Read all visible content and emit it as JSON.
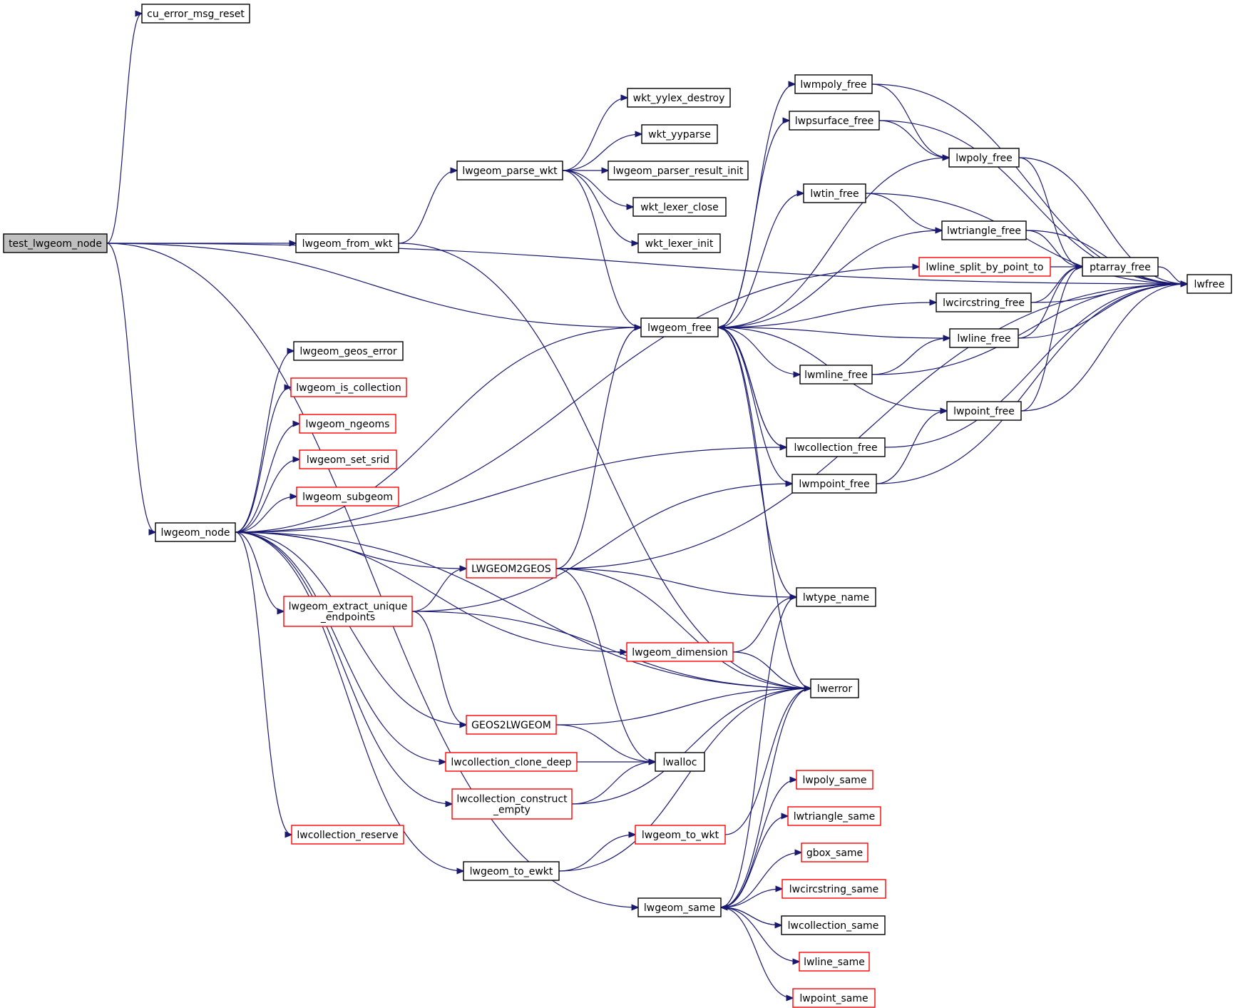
{
  "colors": {
    "edge": "#191970",
    "box_border_documented": "#000000",
    "box_border_undocumented": "#ff0000",
    "root_fill": "#bfbfbf"
  },
  "nodes": [
    {
      "id": "test_lwgeom_node",
      "lines": [
        "test_lwgeom_node"
      ],
      "style": "root"
    },
    {
      "id": "cu_error_msg_reset",
      "lines": [
        "cu_error_msg_reset"
      ],
      "style": "black"
    },
    {
      "id": "lwgeom_from_wkt",
      "lines": [
        "lwgeom_from_wkt"
      ],
      "style": "black"
    },
    {
      "id": "lwgeom_node",
      "lines": [
        "lwgeom_node"
      ],
      "style": "black"
    },
    {
      "id": "lwgeom_parse_wkt",
      "lines": [
        "lwgeom_parse_wkt"
      ],
      "style": "black"
    },
    {
      "id": "wkt_yylex_destroy",
      "lines": [
        "wkt_yylex_destroy"
      ],
      "style": "black"
    },
    {
      "id": "wkt_yyparse",
      "lines": [
        "wkt_yyparse"
      ],
      "style": "black"
    },
    {
      "id": "lwgeom_parser_result_init",
      "lines": [
        "lwgeom_parser_result_init"
      ],
      "style": "black"
    },
    {
      "id": "wkt_lexer_close",
      "lines": [
        "wkt_lexer_close"
      ],
      "style": "black"
    },
    {
      "id": "wkt_lexer_init",
      "lines": [
        "wkt_lexer_init"
      ],
      "style": "black"
    },
    {
      "id": "lwgeom_free",
      "lines": [
        "lwgeom_free"
      ],
      "style": "black"
    },
    {
      "id": "lwgeom_geos_error",
      "lines": [
        "lwgeom_geos_error"
      ],
      "style": "black"
    },
    {
      "id": "lwgeom_is_collection",
      "lines": [
        "lwgeom_is_collection"
      ],
      "style": "red"
    },
    {
      "id": "lwgeom_ngeoms",
      "lines": [
        "lwgeom_ngeoms"
      ],
      "style": "red"
    },
    {
      "id": "lwgeom_set_srid",
      "lines": [
        "lwgeom_set_srid"
      ],
      "style": "red"
    },
    {
      "id": "lwgeom_subgeom",
      "lines": [
        "lwgeom_subgeom"
      ],
      "style": "red"
    },
    {
      "id": "LWGEOM2GEOS",
      "lines": [
        "LWGEOM2GEOS"
      ],
      "style": "red"
    },
    {
      "id": "lwgeom_extract_unique_endpoints",
      "lines": [
        "lwgeom_extract_unique",
        "_endpoints"
      ],
      "style": "red"
    },
    {
      "id": "lwgeom_dimension",
      "lines": [
        "lwgeom_dimension"
      ],
      "style": "red"
    },
    {
      "id": "GEOS2LWGEOM",
      "lines": [
        "GEOS2LWGEOM"
      ],
      "style": "red"
    },
    {
      "id": "lwcollection_clone_deep",
      "lines": [
        "lwcollection_clone_deep"
      ],
      "style": "red"
    },
    {
      "id": "lwcollection_construct_empty",
      "lines": [
        "lwcollection_construct",
        "_empty"
      ],
      "style": "red"
    },
    {
      "id": "lwcollection_reserve",
      "lines": [
        "lwcollection_reserve"
      ],
      "style": "red"
    },
    {
      "id": "lwgeom_to_ewkt",
      "lines": [
        "lwgeom_to_ewkt"
      ],
      "style": "black"
    },
    {
      "id": "lwgeom_to_wkt",
      "lines": [
        "lwgeom_to_wkt"
      ],
      "style": "red"
    },
    {
      "id": "lwgeom_same",
      "lines": [
        "lwgeom_same"
      ],
      "style": "black"
    },
    {
      "id": "lwalloc",
      "lines": [
        "lwalloc"
      ],
      "style": "black"
    },
    {
      "id": "lwtype_name",
      "lines": [
        "lwtype_name"
      ],
      "style": "black"
    },
    {
      "id": "lwerror",
      "lines": [
        "lwerror"
      ],
      "style": "black"
    },
    {
      "id": "lwmpoly_free",
      "lines": [
        "lwmpoly_free"
      ],
      "style": "black"
    },
    {
      "id": "lwpsurface_free",
      "lines": [
        "lwpsurface_free"
      ],
      "style": "black"
    },
    {
      "id": "lwtin_free",
      "lines": [
        "lwtin_free"
      ],
      "style": "black"
    },
    {
      "id": "lwmline_free",
      "lines": [
        "lwmline_free"
      ],
      "style": "black"
    },
    {
      "id": "lwcollection_free",
      "lines": [
        "lwcollection_free"
      ],
      "style": "black"
    },
    {
      "id": "lwmpoint_free",
      "lines": [
        "lwmpoint_free"
      ],
      "style": "black"
    },
    {
      "id": "lwpoly_free",
      "lines": [
        "lwpoly_free"
      ],
      "style": "black"
    },
    {
      "id": "lwtriangle_free",
      "lines": [
        "lwtriangle_free"
      ],
      "style": "black"
    },
    {
      "id": "lwline_split_by_point_to",
      "lines": [
        "lwline_split_by_point_to"
      ],
      "style": "red"
    },
    {
      "id": "lwcircstring_free",
      "lines": [
        "lwcircstring_free"
      ],
      "style": "black"
    },
    {
      "id": "lwline_free",
      "lines": [
        "lwline_free"
      ],
      "style": "black"
    },
    {
      "id": "lwpoint_free",
      "lines": [
        "lwpoint_free"
      ],
      "style": "black"
    },
    {
      "id": "ptarray_free",
      "lines": [
        "ptarray_free"
      ],
      "style": "black"
    },
    {
      "id": "lwfree",
      "lines": [
        "lwfree"
      ],
      "style": "black"
    },
    {
      "id": "lwpoly_same",
      "lines": [
        "lwpoly_same"
      ],
      "style": "red"
    },
    {
      "id": "lwtriangle_same",
      "lines": [
        "lwtriangle_same"
      ],
      "style": "red"
    },
    {
      "id": "gbox_same",
      "lines": [
        "gbox_same"
      ],
      "style": "red"
    },
    {
      "id": "lwcircstring_same",
      "lines": [
        "lwcircstring_same"
      ],
      "style": "red"
    },
    {
      "id": "lwcollection_same",
      "lines": [
        "lwcollection_same"
      ],
      "style": "black"
    },
    {
      "id": "lwline_same",
      "lines": [
        "lwline_same"
      ],
      "style": "red"
    },
    {
      "id": "lwpoint_same",
      "lines": [
        "lwpoint_same"
      ],
      "style": "red"
    }
  ],
  "edges": [
    [
      "test_lwgeom_node",
      "cu_error_msg_reset"
    ],
    [
      "test_lwgeom_node",
      "lwfree"
    ],
    [
      "test_lwgeom_node",
      "lwgeom_free"
    ],
    [
      "test_lwgeom_node",
      "lwgeom_from_wkt"
    ],
    [
      "test_lwgeom_node",
      "lwgeom_node"
    ],
    [
      "test_lwgeom_node",
      "lwgeom_same"
    ],
    [
      "lwgeom_from_wkt",
      "lwgeom_parse_wkt"
    ],
    [
      "lwgeom_from_wkt",
      "lwerror"
    ],
    [
      "lwgeom_parse_wkt",
      "wkt_yylex_destroy"
    ],
    [
      "lwgeom_parse_wkt",
      "wkt_yyparse"
    ],
    [
      "lwgeom_parse_wkt",
      "lwgeom_parser_result_init"
    ],
    [
      "lwgeom_parse_wkt",
      "wkt_lexer_close"
    ],
    [
      "lwgeom_parse_wkt",
      "wkt_lexer_init"
    ],
    [
      "lwgeom_parse_wkt",
      "lwgeom_free"
    ],
    [
      "lwgeom_node",
      "lwline_split_by_point_to"
    ],
    [
      "lwgeom_node",
      "lwgeom_free"
    ],
    [
      "lwgeom_node",
      "lwgeom_geos_error"
    ],
    [
      "lwgeom_node",
      "lwgeom_is_collection"
    ],
    [
      "lwgeom_node",
      "lwgeom_ngeoms"
    ],
    [
      "lwgeom_node",
      "lwgeom_set_srid"
    ],
    [
      "lwgeom_node",
      "lwgeom_subgeom"
    ],
    [
      "lwgeom_node",
      "lwcollection_free"
    ],
    [
      "lwgeom_node",
      "LWGEOM2GEOS"
    ],
    [
      "lwgeom_node",
      "lwgeom_extract_unique_endpoints"
    ],
    [
      "lwgeom_node",
      "lwgeom_dimension"
    ],
    [
      "lwgeom_node",
      "lwerror"
    ],
    [
      "lwgeom_node",
      "GEOS2LWGEOM"
    ],
    [
      "lwgeom_node",
      "lwcollection_clone_deep"
    ],
    [
      "lwgeom_node",
      "lwcollection_construct_empty"
    ],
    [
      "lwgeom_node",
      "lwcollection_reserve"
    ],
    [
      "lwgeom_node",
      "lwgeom_to_ewkt"
    ],
    [
      "lwgeom_extract_unique_endpoints",
      "lwmpoint_free"
    ],
    [
      "lwgeom_extract_unique_endpoints",
      "LWGEOM2GEOS"
    ],
    [
      "lwgeom_extract_unique_endpoints",
      "lwerror"
    ],
    [
      "lwgeom_extract_unique_endpoints",
      "GEOS2LWGEOM"
    ],
    [
      "LWGEOM2GEOS",
      "lwgeom_free"
    ],
    [
      "LWGEOM2GEOS",
      "lwfree"
    ],
    [
      "LWGEOM2GEOS",
      "lwtype_name"
    ],
    [
      "LWGEOM2GEOS",
      "lwerror"
    ],
    [
      "LWGEOM2GEOS",
      "lwalloc"
    ],
    [
      "lwgeom_dimension",
      "lwtype_name"
    ],
    [
      "lwgeom_dimension",
      "lwerror"
    ],
    [
      "GEOS2LWGEOM",
      "lwerror"
    ],
    [
      "GEOS2LWGEOM",
      "lwalloc"
    ],
    [
      "lwcollection_clone_deep",
      "lwalloc"
    ],
    [
      "lwcollection_construct_empty",
      "lwalloc"
    ],
    [
      "lwcollection_construct_empty",
      "lwerror"
    ],
    [
      "lwgeom_to_ewkt",
      "lwgeom_to_wkt"
    ],
    [
      "lwgeom_to_ewkt",
      "lwerror"
    ],
    [
      "lwgeom_to_wkt",
      "lwerror"
    ],
    [
      "lwgeom_free",
      "lwmpoly_free"
    ],
    [
      "lwgeom_free",
      "lwpsurface_free"
    ],
    [
      "lwgeom_free",
      "lwpoly_free"
    ],
    [
      "lwgeom_free",
      "lwtin_free"
    ],
    [
      "lwgeom_free",
      "lwtriangle_free"
    ],
    [
      "lwgeom_free",
      "lwcircstring_free"
    ],
    [
      "lwgeom_free",
      "lwline_free"
    ],
    [
      "lwgeom_free",
      "lwmline_free"
    ],
    [
      "lwgeom_free",
      "lwpoint_free"
    ],
    [
      "lwgeom_free",
      "lwcollection_free"
    ],
    [
      "lwgeom_free",
      "lwmpoint_free"
    ],
    [
      "lwgeom_free",
      "lwtype_name"
    ],
    [
      "lwgeom_free",
      "lwerror"
    ],
    [
      "lwmpoly_free",
      "lwfree"
    ],
    [
      "lwmpoly_free",
      "lwpoly_free"
    ],
    [
      "lwpsurface_free",
      "lwfree"
    ],
    [
      "lwpsurface_free",
      "lwpoly_free"
    ],
    [
      "lwpoly_free",
      "lwfree"
    ],
    [
      "lwpoly_free",
      "ptarray_free"
    ],
    [
      "lwtin_free",
      "lwfree"
    ],
    [
      "lwtin_free",
      "lwtriangle_free"
    ],
    [
      "lwtriangle_free",
      "lwfree"
    ],
    [
      "lwtriangle_free",
      "ptarray_free"
    ],
    [
      "lwline_split_by_point_to",
      "ptarray_free"
    ],
    [
      "ptarray_free",
      "lwfree"
    ],
    [
      "lwcircstring_free",
      "ptarray_free"
    ],
    [
      "lwcircstring_free",
      "lwfree"
    ],
    [
      "lwline_free",
      "ptarray_free"
    ],
    [
      "lwline_free",
      "lwfree"
    ],
    [
      "lwmline_free",
      "lwline_free"
    ],
    [
      "lwmline_free",
      "lwfree"
    ],
    [
      "lwpoint_free",
      "ptarray_free"
    ],
    [
      "lwpoint_free",
      "lwfree"
    ],
    [
      "lwcollection_free",
      "lwgeom_free"
    ],
    [
      "lwcollection_free",
      "lwfree"
    ],
    [
      "lwmpoint_free",
      "lwpoint_free"
    ],
    [
      "lwmpoint_free",
      "lwfree"
    ],
    [
      "lwgeom_same",
      "lwtype_name"
    ],
    [
      "lwgeom_same",
      "lwerror"
    ],
    [
      "lwgeom_same",
      "lwpoly_same"
    ],
    [
      "lwgeom_same",
      "lwtriangle_same"
    ],
    [
      "lwgeom_same",
      "gbox_same"
    ],
    [
      "lwgeom_same",
      "lwcircstring_same"
    ],
    [
      "lwgeom_same",
      "lwcollection_same"
    ],
    [
      "lwgeom_same",
      "lwline_same"
    ],
    [
      "lwgeom_same",
      "lwpoint_same"
    ],
    [
      "lwcollection_same",
      "lwgeom_same"
    ]
  ]
}
